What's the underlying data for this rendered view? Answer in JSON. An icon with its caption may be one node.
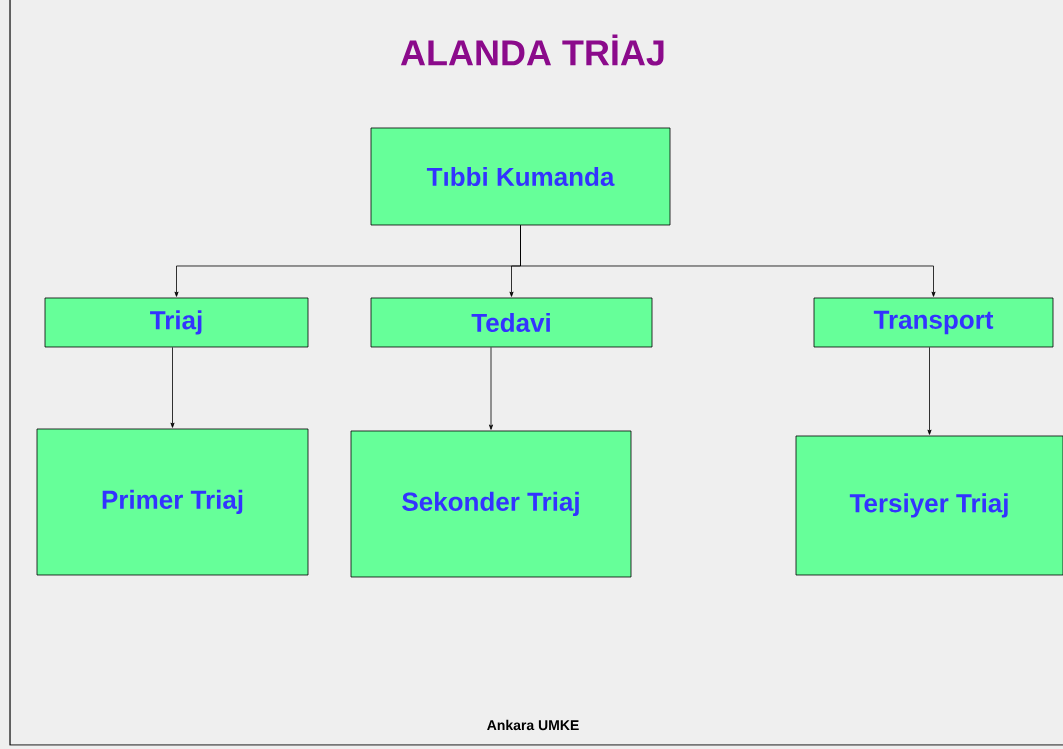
{
  "diagram": {
    "title": "ALANDA TRİAJ",
    "nodes": [
      {
        "text": [
          "Tıbbi Kumanda"
        ]
      },
      {
        "text": [
          "Triaj"
        ]
      },
      {
        "text": [
          "Tedavi"
        ]
      },
      {
        "text": [
          "Transport"
        ]
      },
      {
        "text": [
          "Primer Triaj"
        ]
      },
      {
        "text": [
          "Sekonder Triaj"
        ]
      },
      {
        "text": [
          "Tersiyer Triaj"
        ]
      }
    ],
    "edges": [
      {
        "from": 0,
        "to": 1,
        "arrow": "to"
      },
      {
        "from": 0,
        "to": 2,
        "arrow": "to"
      },
      {
        "from": 0,
        "to": 3,
        "arrow": "to"
      },
      {
        "from": 1,
        "to": 4,
        "arrow": "to"
      },
      {
        "from": 2,
        "to": 5,
        "arrow": "to"
      },
      {
        "from": 3,
        "to": 6,
        "arrow": "to"
      }
    ],
    "labels": [
      "Ankara UMKE"
    ]
  }
}
